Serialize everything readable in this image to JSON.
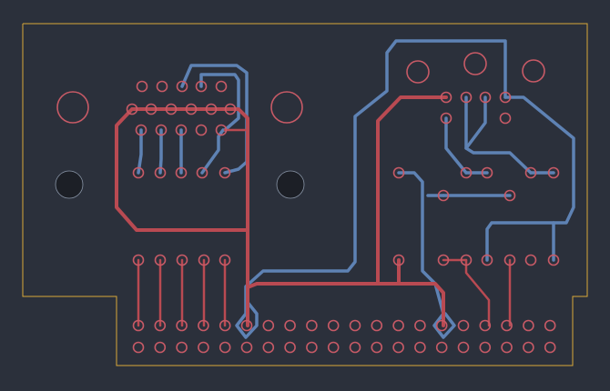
{
  "colors": {
    "background": "#2b303b",
    "outline": "#d9a93a",
    "top_copper": "#b94a52",
    "bottom_copper": "#5e82b4",
    "pad": "#c75a66",
    "hole": "#1c1f26",
    "hole_ring": "#8a96a8"
  },
  "board": {
    "name": "pcb-layout-view",
    "layers": [
      "board-outline",
      "top-copper",
      "bottom-copper",
      "pads",
      "mounting-holes"
    ]
  }
}
